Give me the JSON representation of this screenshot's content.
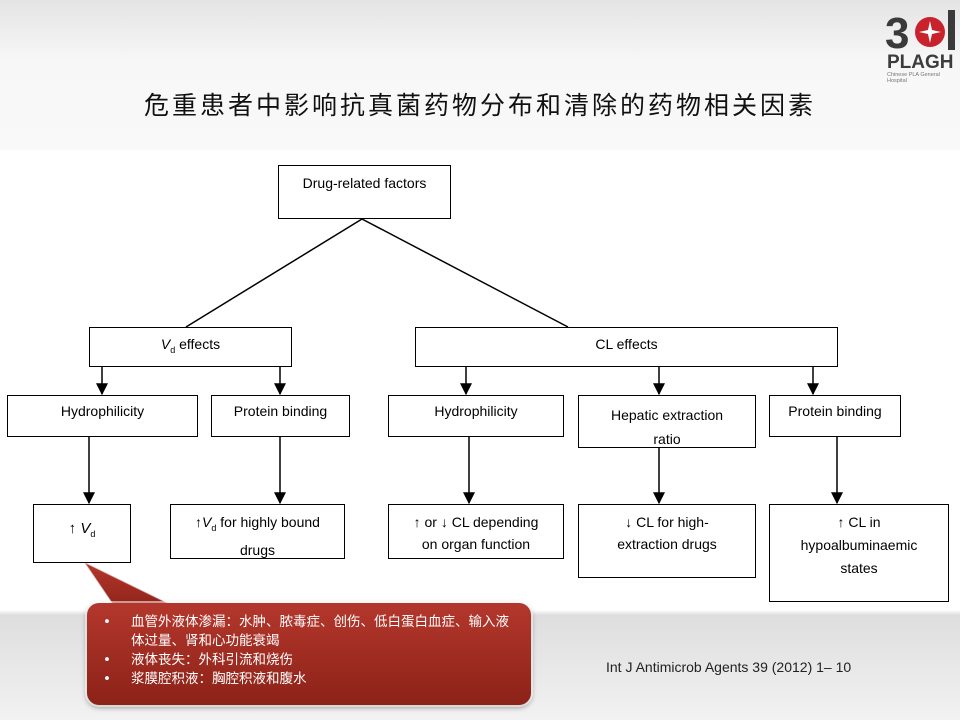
{
  "title": "危重患者中影响抗真菌药物分布和清除的药物相关因素",
  "logo": {
    "number": "301",
    "name": "PLAGH",
    "subtitle": "Chinese PLA General Hospital",
    "color": "#c8232c"
  },
  "diagram": {
    "root": "Drug-related factors",
    "vd_effects": {
      "symbol": "V",
      "sub": "d",
      "label": " effects"
    },
    "cl_effects": "CL effects",
    "vd_hydrophilicity": "Hydrophilicity",
    "vd_protein_binding": "Protein binding",
    "cl_hydrophilicity": "Hydrophilicity",
    "cl_hepatic": "Hepatic extraction ratio",
    "cl_protein_binding": "Protein binding",
    "outcome_vd_up": {
      "arrow": "↑",
      "symbol": "V",
      "sub": "d"
    },
    "outcome_vd_bound": {
      "prefix": "↑",
      "symbol": "V",
      "sub": "d",
      "line1": " for highly bound",
      "line2": "drugs"
    },
    "outcome_cl_organ": {
      "line1": "↑ or ↓ CL depending",
      "line2": "on organ function"
    },
    "outcome_cl_high": {
      "line1": "↓ CL for high-",
      "line2": "extraction drugs"
    },
    "outcome_cl_hypo": {
      "line1": "↑ CL in",
      "line2": "hypoalbuminaemic",
      "line3": "states"
    }
  },
  "callout": {
    "items": [
      "血管外液体渗漏：水肿、脓毒症、创伤、低白蛋白血症、输入液体过量、肾和心功能衰竭",
      "液体丧失：外科引流和烧伤",
      "浆膜腔积液：胸腔积液和腹水"
    ],
    "color": "#a22c22"
  },
  "reference": "Int J Antimicrob Agents 39 (2012) 1– 10"
}
